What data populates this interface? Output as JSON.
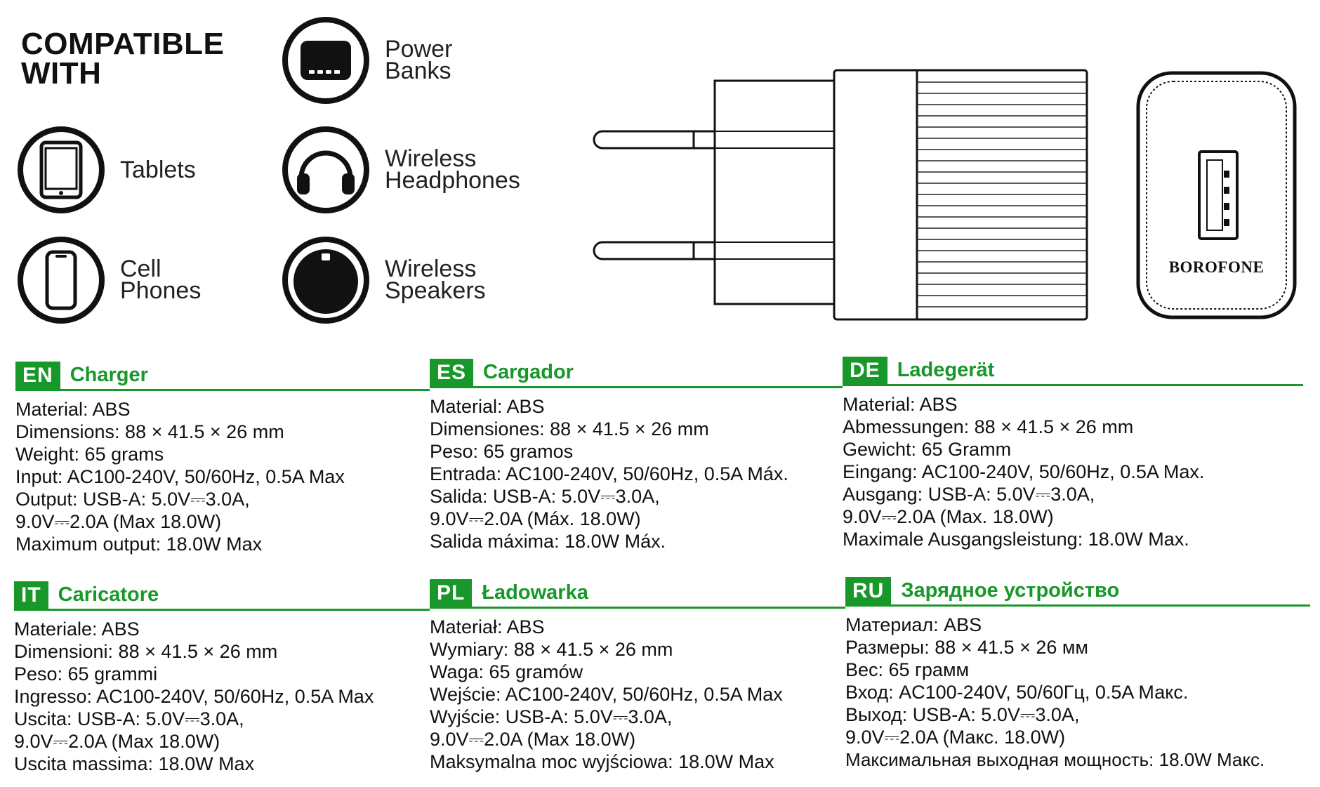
{
  "compatible": {
    "title_line1": "COMPATIBLE",
    "title_line2": "WITH",
    "devices": [
      {
        "icon": "tablet-icon",
        "line1": "Tablets",
        "line2": ""
      },
      {
        "icon": "phone-icon",
        "line1": "Cell",
        "line2": "Phones"
      },
      {
        "icon": "power-bank-icon",
        "line1": "Power",
        "line2": "Banks"
      },
      {
        "icon": "headphones-icon",
        "line1": "Wireless",
        "line2": "Headphones"
      },
      {
        "icon": "speaker-icon",
        "line1": "Wireless",
        "line2": "Speakers"
      }
    ]
  },
  "product": {
    "brand": "BOROFONE"
  },
  "colors": {
    "accent": "#18972a"
  },
  "sections": [
    {
      "code": "EN",
      "title": "Charger",
      "lines": [
        "Material: ABS",
        "Dimensions: 88 × 41.5 × 26 mm",
        "Weight: 65 grams",
        "Input: AC100-240V, 50/60Hz, 0.5A Max",
        "Output: USB-A: 5.0V⎓3.0A,",
        "9.0V⎓2.0A (Max 18.0W)",
        "Maximum output: 18.0W Max"
      ]
    },
    {
      "code": "ES",
      "title": "Cargador",
      "lines": [
        "Material: ABS",
        "Dimensiones: 88 × 41.5 × 26 mm",
        "Peso: 65 gramos",
        "Entrada: AC100-240V, 50/60Hz, 0.5A Máx.",
        "Salida: USB-A: 5.0V⎓3.0A,",
        "9.0V⎓2.0A (Máx. 18.0W)",
        "Salida máxima: 18.0W Máx."
      ]
    },
    {
      "code": "DE",
      "title": "Ladegerät",
      "lines": [
        "Material: ABS",
        "Abmessungen: 88 × 41.5 × 26 mm",
        "Gewicht: 65 Gramm",
        "Eingang: AC100-240V, 50/60Hz, 0.5A Max.",
        "Ausgang: USB-A: 5.0V⎓3.0A,",
        "9.0V⎓2.0A (Max. 18.0W)",
        "Maximale Ausgangsleistung: 18.0W Max."
      ]
    },
    {
      "code": "IT",
      "title": "Caricatore",
      "lines": [
        "Materiale: ABS",
        "Dimensioni: 88 × 41.5 × 26 mm",
        "Peso: 65 grammi",
        "Ingresso: AC100-240V, 50/60Hz, 0.5A Max",
        "Uscita: USB-A: 5.0V⎓3.0A,",
        "9.0V⎓2.0A (Max 18.0W)",
        "Uscita massima: 18.0W Max"
      ]
    },
    {
      "code": "PL",
      "title": "Ładowarka",
      "lines": [
        "Materiał: ABS",
        "Wymiary: 88 × 41.5 × 26 mm",
        "Waga: 65 gramów",
        "Wejście: AC100-240V, 50/60Hz, 0.5A Max",
        "Wyjście: USB-A: 5.0V⎓3.0A,",
        "9.0V⎓2.0A (Max 18.0W)",
        "Maksymalna moc wyjściowa: 18.0W Max"
      ]
    },
    {
      "code": "RU",
      "title": "Зарядное устройство",
      "lines": [
        "Материал: ABS",
        "Размеры: 88 × 41.5 × 26 мм",
        "Вес: 65 грамм",
        "Вход: AC100-240V, 50/60Гц, 0.5A Макс.",
        "Выход: USB-A: 5.0V⎓3.0A,",
        "9.0V⎓2.0A (Макс. 18.0W)",
        "Максимальная выходная мощность: 18.0W Макс."
      ]
    }
  ]
}
